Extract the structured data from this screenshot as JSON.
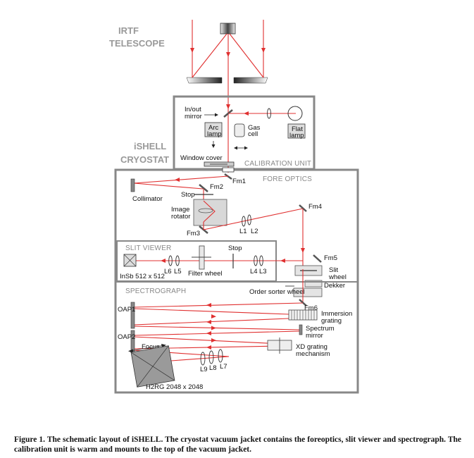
{
  "telescope": {
    "line1": "IRTF",
    "line2": "TELESCOPE"
  },
  "cryostat": {
    "line1": "iSHELL",
    "line2": "CRYOSTAT"
  },
  "calibration": {
    "section_title": "CALIBRATION UNIT",
    "inout_line1": "In/out",
    "inout_line2": "mirror",
    "arc_line1": "Arc",
    "arc_line2": "lamp",
    "gas_line1": "Gas",
    "gas_line2": "cell",
    "flat_line1": "Flat",
    "flat_line2": "lamp",
    "window_cover": "Window cover"
  },
  "fore_optics": {
    "section_title": "FORE OPTICS",
    "fm1": "Fm1",
    "fm2": "Fm2",
    "fm3": "Fm3",
    "fm4": "Fm4",
    "fm5": "Fm5",
    "collimator": "Collimator",
    "stop": "Stop",
    "image_line1": "Image",
    "image_line2": "rotator",
    "l1": "L1",
    "l2": "L2",
    "slit_line1": "Slit",
    "slit_line2": "wheel",
    "dekker": "Dekker",
    "order_sorter": "Order sorter wheel"
  },
  "slit_viewer": {
    "section_title": "SLIT VIEWER",
    "stop": "Stop",
    "detector": "InSb 512 x 512",
    "l6": "L6",
    "l5": "L5",
    "filter_wheel": "Filter wheel",
    "l4": "L4",
    "l3": "L3"
  },
  "spectrograph": {
    "section_title": "SPECTROGRAPH",
    "fm6": "Fm6",
    "oap1": "OAP1",
    "oap2": "OAP2",
    "immersion_line1": "Immersion",
    "immersion_line2": "grating",
    "spectrum_line1": "Spectrum",
    "spectrum_line2": "mirror",
    "xd_line1": "XD grating",
    "xd_line2": "mechanism",
    "focus": "Focus",
    "l9": "L9",
    "l8": "L8",
    "l7": "L7",
    "detector": "H2RG 2048 x 2048"
  },
  "caption": "Figure 1. The schematic layout of iSHELL. The cryostat vacuum jacket contains the foreoptics, slit viewer and spectrograph. The calibration unit is warm and mounts to the top of the vacuum jacket.",
  "colors": {
    "ray": "#e03030",
    "housing": "#888888",
    "label_gray": "#999999"
  }
}
